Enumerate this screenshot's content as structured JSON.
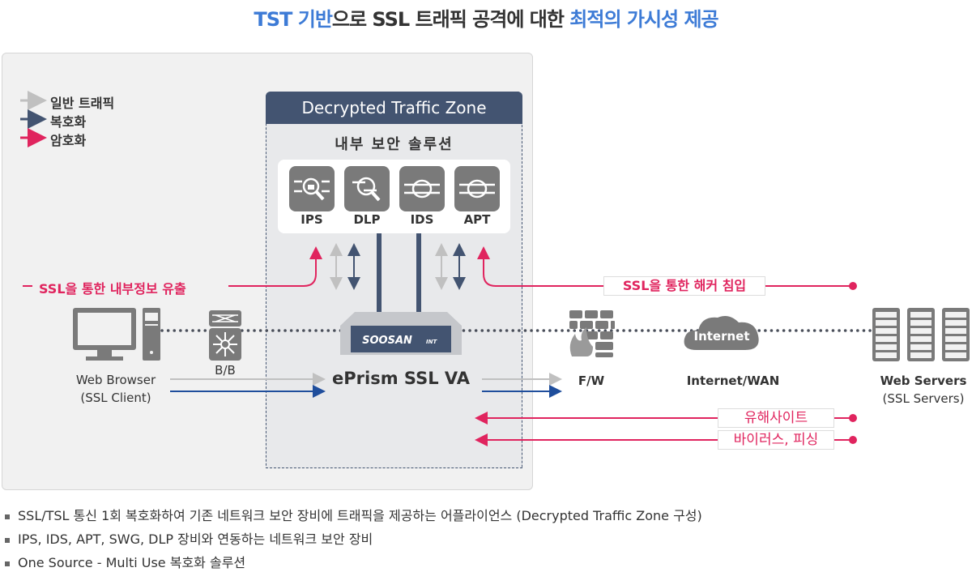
{
  "title": {
    "part1": "TST 기반",
    "part2": "으로 SSL 트래픽 공격에 대한 ",
    "part3": "최적의 가시성 제공"
  },
  "legend": [
    {
      "label": "일반 트래픽",
      "color": "#c0c0c0"
    },
    {
      "label": "복호화",
      "color": "#435471"
    },
    {
      "label": "암호화",
      "color": "#e0245e"
    }
  ],
  "zone": {
    "header": "Decrypted Traffic Zone",
    "section_title": "내부 보안 솔루션",
    "solutions": [
      "IPS",
      "DLP",
      "IDS",
      "APT"
    ]
  },
  "nodes": {
    "client": "Web Browser",
    "client_sub": "(SSL Client)",
    "bb": "B/B",
    "appliance_brand": "SOOSAN",
    "appliance_brand_sub": "INT",
    "appliance": "ePrism SSL VA",
    "fw": "F/W",
    "internet_icon": "Internet",
    "internet": "Internet/WAN",
    "servers": "Web Servers",
    "servers_sub": "(SSL Servers)"
  },
  "threats": {
    "leak": "SSL을 통한 내부정보 유출",
    "hacker": "SSL을 통한 해커 침입",
    "harmful": "유해사이트",
    "virus": "바이러스, 피싱"
  },
  "colors": {
    "pink": "#e0245e",
    "navy": "#435471",
    "blue": "#1f4e9c",
    "gray": "#c0c0c0",
    "accent": "#3d7bd6"
  },
  "bullets": [
    "SSL/TSL 통신 1회 복호화하여 기존 네트워크 보안 장비에 트래픽을 제공하는 어플라이언스 (Decrypted Traffic Zone 구성)",
    "IPS, IDS, APT, SWG, DLP 장비와 연동하는 네트워크 보안 장비",
    "One Source - Multi Use 복호화 솔루션"
  ]
}
